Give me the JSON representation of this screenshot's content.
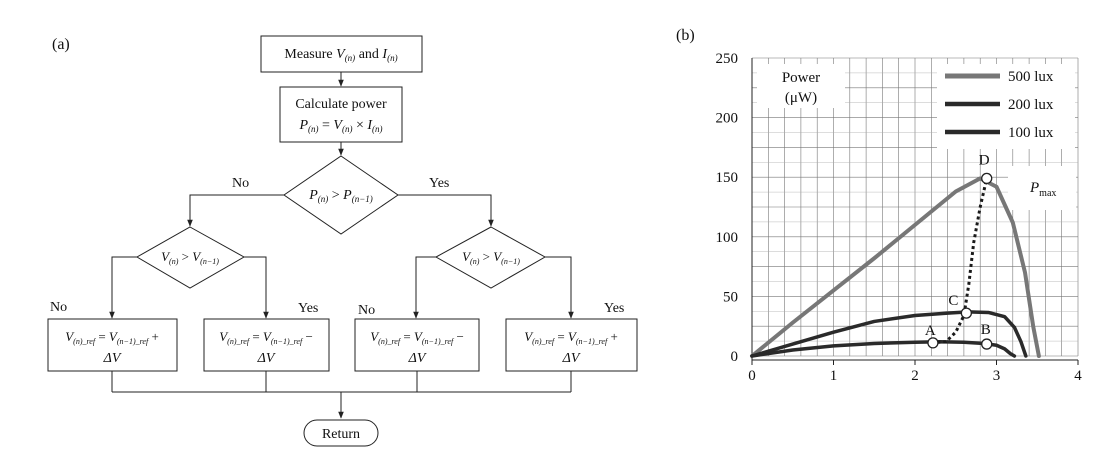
{
  "panel_a": {
    "label": "(a)",
    "measure": {
      "a": "Measure ",
      "v": "V",
      "vs": "(n)",
      "and": " and ",
      "i": "I",
      "is": "(n)"
    },
    "calc": {
      "line1": "Calculate power",
      "p": "P",
      "ps": "(n)",
      "eq": " = ",
      "v": "V",
      "vs": "(n)",
      "x": " × ",
      "i": "I",
      "is": "(n)"
    },
    "decision1": {
      "p1": "P",
      "s1": "(n)",
      "op": " > ",
      "p2": "P",
      "s2": "(n−1)"
    },
    "decision2": {
      "v1": "V",
      "s1": "(n)",
      "op": " > ",
      "v2": "V",
      "s2": "(n−1)"
    },
    "no": "No",
    "yes": "Yes",
    "ref_lhs": {
      "v": "V",
      "s": "(n)_ref"
    },
    "ref_rhs": {
      "eq": " = ",
      "v": "V",
      "s": "(n−1)_ref"
    },
    "plus": " +",
    "minus": " −",
    "delta": "ΔV",
    "return": "Return"
  },
  "panel_b": {
    "label": "(b)",
    "power_label": "Power",
    "power_unit": "(μW)",
    "pmax": "P",
    "pmax_sub": "max",
    "points": [
      "A",
      "B",
      "C",
      "D"
    ]
  },
  "chart_data": {
    "type": "line",
    "xlim": [
      0,
      4
    ],
    "ylim": [
      0,
      250
    ],
    "x_ticks": [
      "0",
      "1",
      "2",
      "3",
      "4"
    ],
    "y_ticks": [
      "0",
      "50",
      "100",
      "150",
      "200",
      "250"
    ],
    "grid": true,
    "legend_position": "top-right",
    "series": [
      {
        "name": "500 lux",
        "color": "#777777",
        "width": 4,
        "x": [
          0,
          0.5,
          1.0,
          1.5,
          2.0,
          2.5,
          2.8,
          3.0,
          3.2,
          3.35,
          3.45,
          3.52
        ],
        "y": [
          0,
          28,
          55,
          82,
          110,
          138,
          149,
          142,
          112,
          70,
          25,
          0
        ]
      },
      {
        "name": "200 lux",
        "color": "#2a2a2a",
        "width": 3.5,
        "x": [
          0,
          0.5,
          1.0,
          1.5,
          2.0,
          2.4,
          2.65,
          2.9,
          3.1,
          3.22,
          3.3,
          3.36
        ],
        "y": [
          0,
          10,
          20,
          29,
          34,
          36,
          37,
          36.5,
          33,
          24,
          12,
          0
        ]
      },
      {
        "name": "100 lux",
        "color": "#2a2a2a",
        "width": 3.5,
        "x": [
          0,
          0.5,
          1.0,
          1.5,
          2.0,
          2.3,
          2.6,
          2.85,
          3.0,
          3.1,
          3.17,
          3.22
        ],
        "y": [
          0,
          5,
          8.5,
          10.5,
          11.5,
          12,
          11.5,
          10.5,
          9,
          6,
          2,
          0
        ]
      },
      {
        "name": "",
        "color": "#1a1a1a",
        "width": 3,
        "dashed": true,
        "x": [
          2.2,
          2.38,
          2.5,
          2.6,
          2.66,
          2.72,
          2.8,
          2.88
        ],
        "y": [
          11,
          12,
          20,
          34,
          60,
          95,
          125,
          149
        ]
      }
    ],
    "markers": [
      {
        "label": "A",
        "x": 2.22,
        "y": 11
      },
      {
        "label": "B",
        "x": 2.88,
        "y": 10
      },
      {
        "label": "C",
        "x": 2.63,
        "y": 36
      },
      {
        "label": "D",
        "x": 2.88,
        "y": 149
      }
    ]
  }
}
